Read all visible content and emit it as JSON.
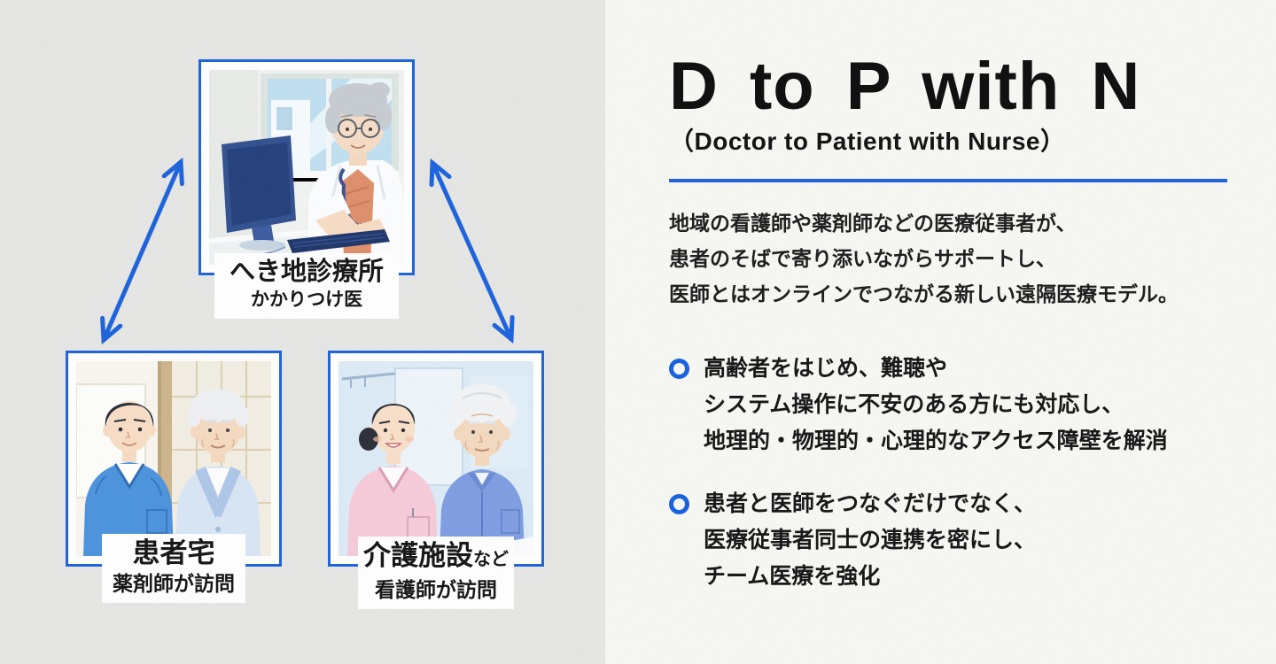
{
  "colors": {
    "accent_blue": "#1b62dc",
    "bullet_ring_blue": "#1560e0",
    "left_background": "#e6e6e4",
    "right_background": "#f7f7f4",
    "text_black": "#141414"
  },
  "diagram": {
    "clinic": {
      "title": "へき地診療所",
      "subtitle": "かかりつけ医",
      "illustration": "doctor-at-computer-illustration"
    },
    "patient_home": {
      "title": "患者宅",
      "subtitle": "薬剤師が訪問",
      "illustration": "pharmacist-with-elderly-man-illustration"
    },
    "care_facility": {
      "title": "介護施設",
      "title_suffix": "など",
      "subtitle": "看護師が訪問",
      "illustration": "nurse-with-elderly-man-illustration"
    },
    "arrows": "double-headed-blue-arrows"
  },
  "panel": {
    "title": "D to P with N",
    "subtitle": "（Doctor to Patient with Nurse）",
    "description": [
      "地域の看護師や薬剤師などの医療従事者が、",
      "患者のそばで寄り添いながらサポートし、",
      "医師とはオンラインでつながる新しい遠隔医療モデル。"
    ],
    "bullets": [
      {
        "lines": [
          "高齢者をはじめ、難聴や",
          "システム操作に不安のある方にも対応し、",
          "地理的・物理的・心理的なアクセス障壁を解消"
        ]
      },
      {
        "lines": [
          "患者と医師をつなぐだけでなく、",
          "医療従事者同士の連携を密にし、",
          "チーム医療を強化"
        ]
      }
    ]
  }
}
